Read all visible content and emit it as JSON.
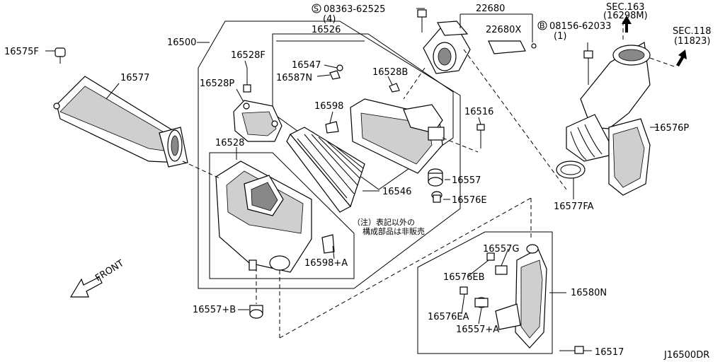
{
  "labels": {
    "p16575F": "16575F",
    "p16577": "16577",
    "p16500": "16500",
    "p16526": "16526",
    "p16528F": "16528F",
    "p16547": "16547",
    "p16587N": "16587N",
    "p16528P": "16528P",
    "p16528B": "16528B",
    "p16598": "16598",
    "p16528": "16528",
    "p16546": "16546",
    "p16557": "16557",
    "p16576E": "16576E",
    "p16598A": "16598+A",
    "p16557B": "16557+B",
    "p16516": "16516",
    "p22680": "22680",
    "p22680X": "22680X",
    "bolt_a": "08363-62525",
    "bolt_a_qty": "(4)",
    "bolt_a_mark": "S",
    "bolt_b": "08156-62033",
    "bolt_b_qty": "(1)",
    "bolt_b_mark": "B",
    "sec163": "SEC.163",
    "sec163_sub": "(16298M)",
    "sec118": "SEC.118",
    "sec118_sub": "(11823)",
    "p16576P": "16576P",
    "p16577FA": "16577FA",
    "p16557G": "16557G",
    "p16576EB": "16576EB",
    "p16580N": "16580N",
    "p16576EA": "16576EA",
    "p16557A": "16557+A",
    "p16517": "16517",
    "front": "FRONT",
    "drawing_id": "J16500DR"
  },
  "note": {
    "line1": "（注）表記以外の",
    "line2": "構成部品は非販売"
  }
}
